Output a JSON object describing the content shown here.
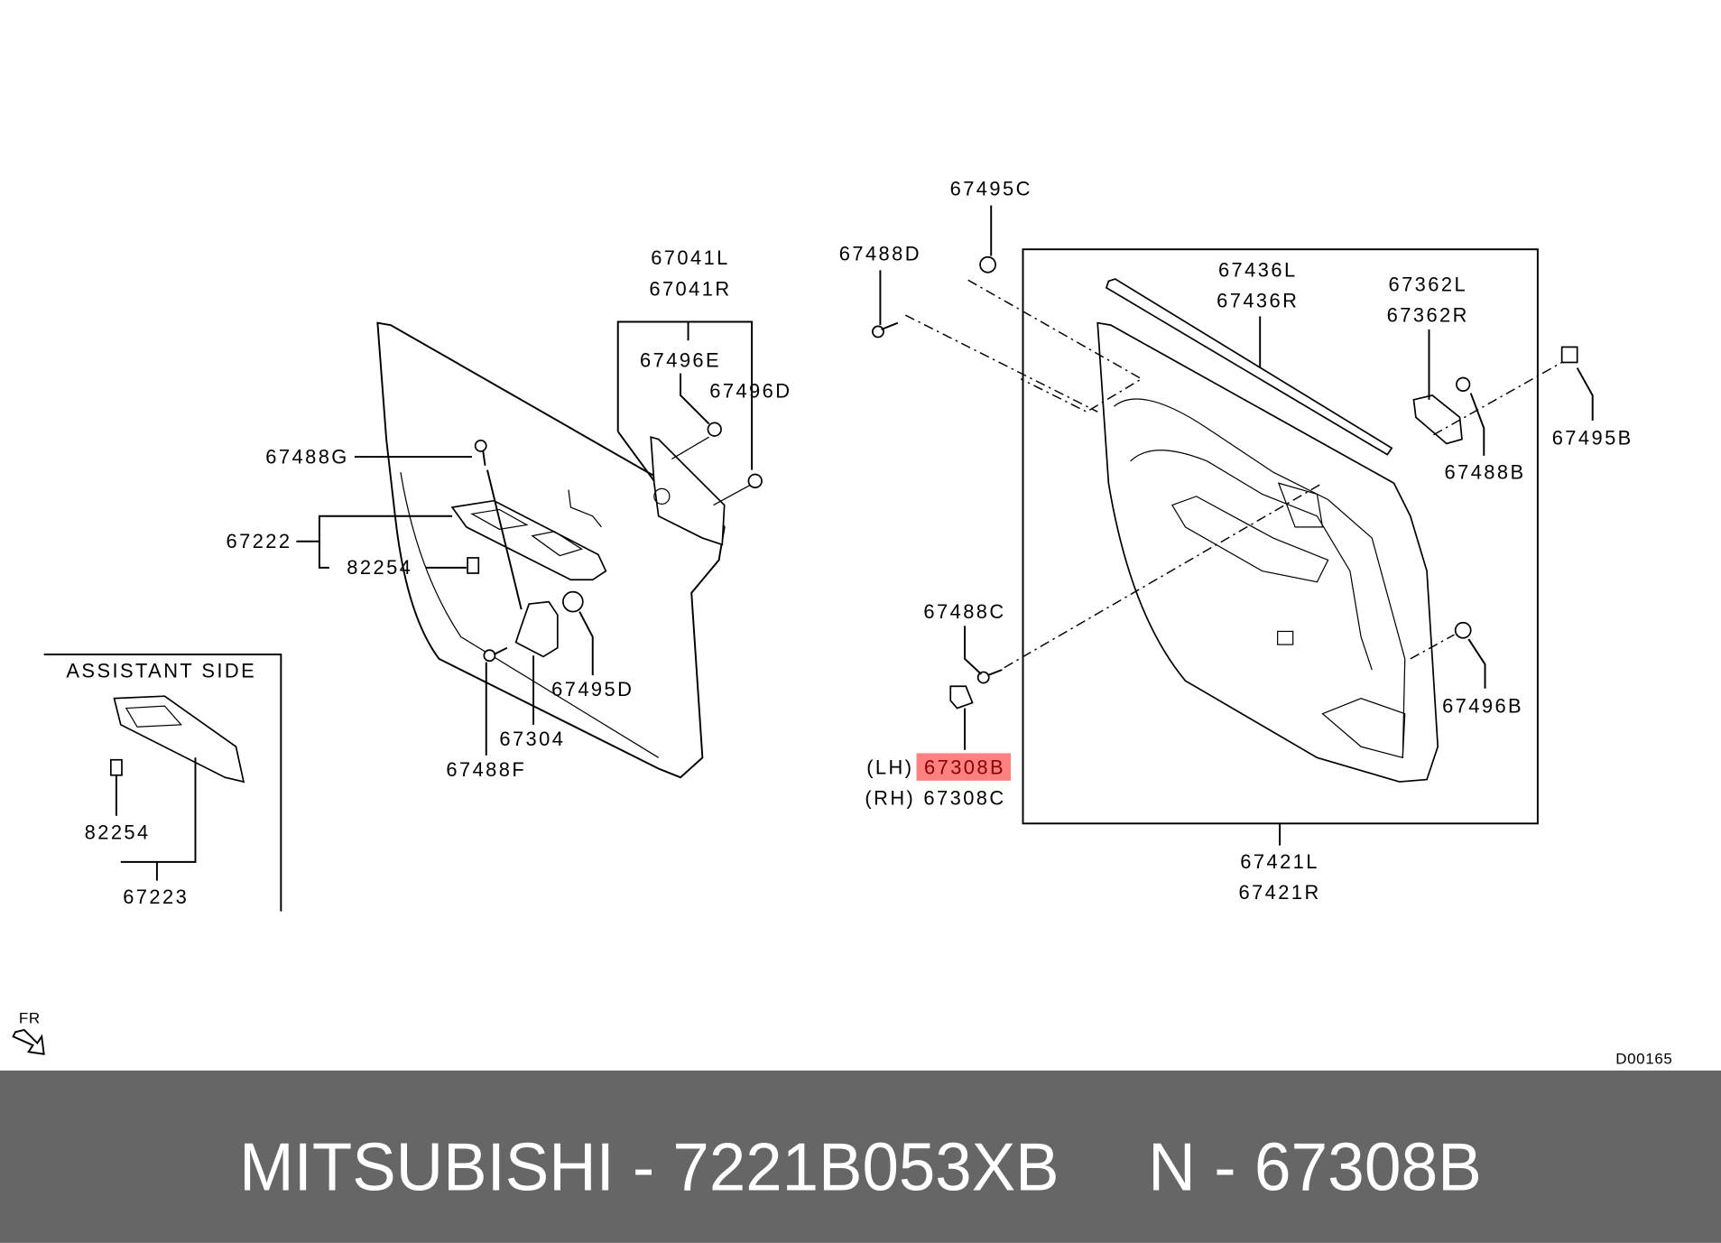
{
  "diagram": {
    "labels": {
      "p67495C": "67495C",
      "p67488D": "67488D",
      "p67436L": "67436L",
      "p67436R": "67436R",
      "p67362L": "67362L",
      "p67362R": "67362R",
      "p67041L": "67041L",
      "p67041R": "67041R",
      "p67496E": "67496E",
      "p67496D": "67496D",
      "p67495B": "67495B",
      "p67488B": "67488B",
      "p67488G": "67488G",
      "p67222": "67222",
      "p82254": "82254",
      "p67488C": "67488C",
      "p67495D": "67495D",
      "p67496B": "67496B",
      "p67304": "67304",
      "p67488F": "67488F",
      "lh_prefix": "(LH)",
      "p67308B": "67308B",
      "rh_prefix": "(RH)",
      "p67308C": "67308C",
      "p67421L": "67421L",
      "p67421R": "67421R"
    },
    "assistant_side": {
      "title": "ASSISTANT SIDE",
      "p82254": "82254",
      "p67223": "67223"
    },
    "front_indicator": "FR",
    "diagram_code": "D00165",
    "highlight_color": "#ff8080",
    "highlight_text_color": "#8b0000"
  },
  "footer": {
    "brand_part": "MITSUBISHI - 7221B053XB",
    "catalog_number": "N - 67308B",
    "background": "#666666"
  }
}
